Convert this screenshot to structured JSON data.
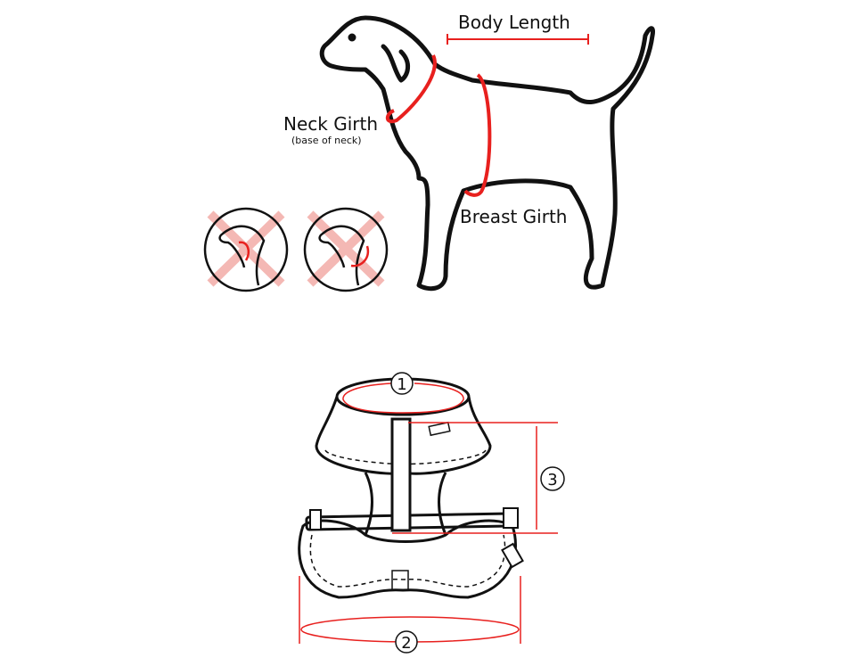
{
  "dog_diagram": {
    "body_length": "Body Length",
    "neck_girth": "Neck Girth",
    "neck_girth_note": "(base of neck)",
    "breast_girth": "Breast Girth"
  },
  "harness_diagram": {
    "marker_1": "1",
    "marker_2": "2",
    "marker_3": "3"
  },
  "colors": {
    "measure": "#e8201e",
    "outline": "#111111",
    "wrong": "#f4b8b4"
  }
}
